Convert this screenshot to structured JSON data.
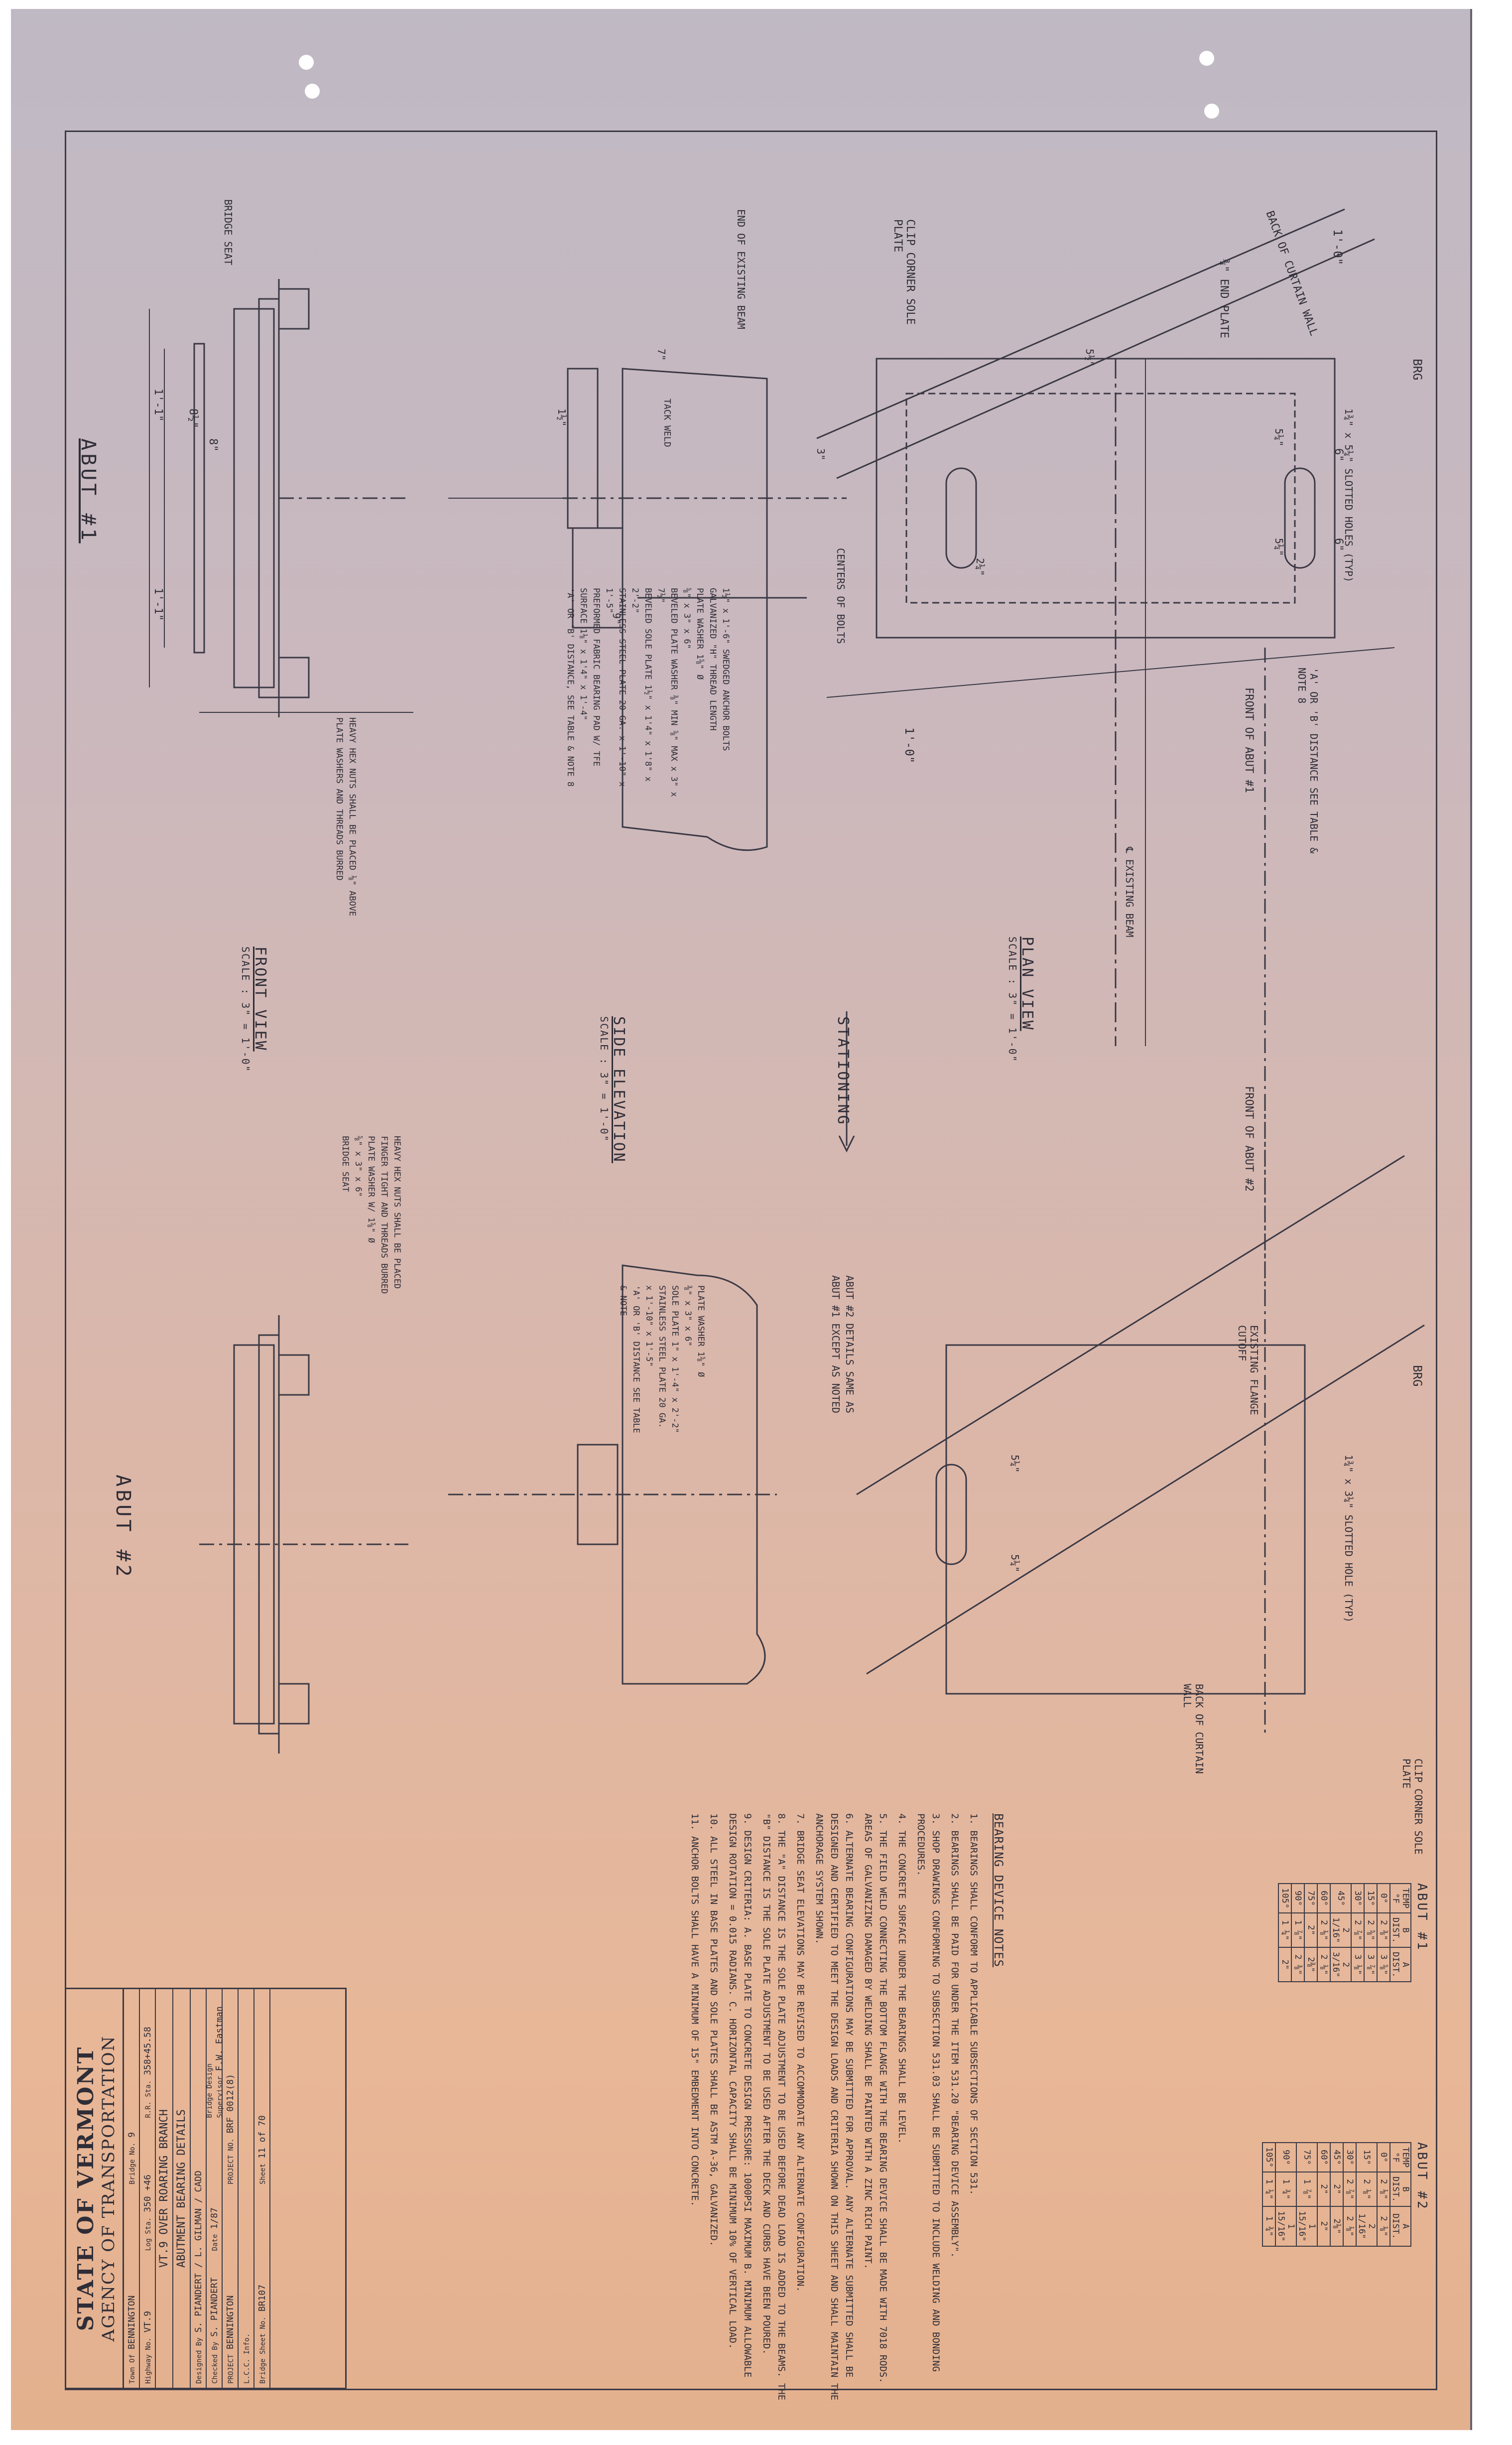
{
  "views": {
    "plan": {
      "title": "PLAN VIEW",
      "scale": "SCALE : 3\" = 1'-0\""
    },
    "side": {
      "title": "SIDE ELEVATION",
      "scale": "SCALE : 3\" = 1'-0\""
    },
    "front": {
      "title": "FRONT VIEW",
      "scale": "SCALE : 3\" = 1'-0\""
    },
    "stationing": "STATIONING",
    "abut1": "ABUT #1",
    "abut2": "ABUT #2"
  },
  "labels": {
    "back_curtain": "BACK OF CURTAIN WALL",
    "clip_corner": "CLIP CORNER SOLE PLATE",
    "end_plate": "¾\" END PLATE",
    "brg": "BRG",
    "slotted_holes": "1¾\" x 5¼\" SLOTTED HOLES (TYP)",
    "dist_note": "'A' OR 'B' DISTANCE SEE TABLE & NOTE 8",
    "front_abut1": "FRONT OF ABUT #1",
    "front_abut2": "FRONT OF ABUT #2",
    "existing_beam": "℄ EXISTING BEAM",
    "centers_bolts": "CENTERS OF BOLTS",
    "existing_flange": "EXISTING FLANGE CUTOFF",
    "end_existing_beam": "END OF EXISTING BEAM",
    "bridge_seat": "BRIDGE SEAT",
    "tack_weld": "TACK WELD",
    "anchor_bolts": "1½\" x 1'-6\" SWEDGED ANCHOR BOLTS GALVANIZED \"H\" THREAD LENGTH",
    "plate_washer": "PLATE WASHER 1⅝\" Ø",
    "plate_washer_size": "⅝\" x 3\" x 6\"",
    "beveled_washer": "BEVELED PLATE WASHER ⅜\" MIN ⅝\" MAX x 3\" x 7½\"",
    "sole_plate": "BEVELED SOLE PLATE 1½\" x 1'4\" x 1'8\" x 2'-2\"",
    "stainless": "STAINLESS STEEL PLATE 20 GA. x 1'-10\" x 1'-5\"",
    "pad": "PREFORMED FABRIC BEARING PAD W/ TFE SURFACE 1⅛\" x 1'4\" x 1'-4\"",
    "a_or_b": "'A' OR 'B' DISTANCE, SEE TABLE & NOTE 8",
    "heavy_hex": "HEAVY HEX NUTS SHALL BE PLACED ⅛\" ABOVE PLATE WASHERS AND THREADS BURRED",
    "abut2_details": "ABUT #2 DETAILS SAME AS ABUT #1 EXCEPT AS NOTED",
    "heavy_hex2": "HEAVY HEX NUTS SHALL BE PLACED FINGER TIGHT AND THREADS BURRED",
    "plate_washer2": "PLATE WASHER W/ 1⅝\" Ø",
    "pw2_size": "⅝\" x 3\" x 6\"",
    "sole_plate2": "SOLE PLATE 1\" x 1'-4\" x 2'-2\"",
    "stainless2": "STAINLESS STEEL PLATE 20 GA. x 1'-10\" x 1'-5\"",
    "a_or_b2": "'A' OR 'B' DISTANCE SEE TABLE & NOTE",
    "plate_washer3": "PLATE WASHER 1⅝\" Ø",
    "pw3_size": "⅜\" x 3\" x 6\"",
    "slotted2": "1¾\" x 3¼\" SLOTTED HOLE (TYP)",
    "bridge_seat2": "BRIDGE SEAT",
    "typ": "(TYP)",
    "dims": [
      "1'-0\"",
      "1'-1\"",
      "1'-1\"",
      "8½\"",
      "8\"",
      "6\"",
      "6\"",
      "5¼\"",
      "5¼\"",
      "5¼\"",
      "5¼\"",
      "3\"",
      "5½\"",
      "2¼\"",
      "1½\"",
      "7\"",
      "9\"",
      "1'-0\""
    ]
  },
  "tables": {
    "abut1": {
      "title": "ABUT #1",
      "headers": [
        "TEMP °F",
        "B DIST.",
        "A DIST."
      ],
      "rows": [
        [
          "0°",
          "2 ⅜\"",
          "3 ⅝\""
        ],
        [
          "15°",
          "2 ⅝\"",
          "3 ⅞\""
        ],
        [
          "30°",
          "2 ⅞\"",
          "3 ⅛\""
        ],
        [
          "45°",
          "2 1/16\"",
          "2 3/16\""
        ],
        [
          "60°",
          "2 ⅛\"",
          "2 ⅛\""
        ],
        [
          "75°",
          "2\"",
          "2⅜\""
        ],
        [
          "90°",
          "1 ⅞\"",
          "2 ⅜\""
        ],
        [
          "105°",
          "1 ¼\"",
          "2\""
        ]
      ]
    },
    "abut2": {
      "title": "ABUT #2",
      "headers": [
        "TEMP °F",
        "B DIST.",
        "A DIST."
      ],
      "rows": [
        [
          "0°",
          "2 ⅛\"",
          "2 ⅛\""
        ],
        [
          "15°",
          "2 ⅛\"",
          "2 1/16\""
        ],
        [
          "30°",
          "2 ⅞\"",
          "2 ⅛\""
        ],
        [
          "45°",
          "2\"",
          "2⅛\""
        ],
        [
          "60°",
          "2\"",
          "2\""
        ],
        [
          "75°",
          "1 ⅞\"",
          "1 15/16\""
        ],
        [
          "90°",
          "1 ¾\"",
          "1 15/16\""
        ],
        [
          "105°",
          "1 ¼\"",
          "1 ¾\""
        ]
      ]
    }
  },
  "notes": {
    "title": "BEARING DEVICE NOTES",
    "items": [
      "1. BEARINGS SHALL CONFORM TO APPLICABLE SUBSECTIONS OF SECTION 531.",
      "2. BEARINGS SHALL BE PAID FOR UNDER THE ITEM 531.20 \"BEARING DEVICE ASSEMBLY\".",
      "3. SHOP DRAWINGS CONFORMING TO SUBSECTION 531.03 SHALL BE SUBMITTED TO INCLUDE WELDING AND BONDING PROCEDURES.",
      "4. THE CONCRETE SURFACE UNDER THE BEARINGS SHALL BE LEVEL.",
      "5. THE FIELD WELD CONNECTING THE BOTTOM FLANGE WITH THE BEARING DEVICE SHALL BE MADE WITH 7018 RODS. AREAS OF GALVANIZING DAMAGED BY WELDING SHALL BE PAINTED WITH A ZINC RICH PAINT.",
      "6. ALTERNATE BEARING CONFIGURATIONS MAY BE SUBMITTED FOR APPROVAL. ANY ALTERNATE SUBMITTED SHALL BE DESIGNED AND CERTIFIED TO MEET THE DESIGN LOADS AND CRITERIA SHOWN ON THIS SHEET AND SHALL MAINTAIN THE ANCHORAGE SYSTEM SHOWN.",
      "7. BRIDGE SEAT ELEVATIONS MAY BE REVISED TO ACCOMMODATE ANY ALTERNATE CONFIGURATION.",
      "8. THE \"A\" DISTANCE IS THE SOLE PLATE ADJUSTMENT TO BE USED BEFORE DEAD LOAD IS ADDED TO THE BEAMS. THE \"B\" DISTANCE IS THE SOLE PLATE ADJUSTMENT TO BE USED AFTER THE DECK AND CURBS HAVE BEEN POURED.",
      "9. DESIGN CRITERIA: A. BASE PLATE TO CONCRETE DESIGN PRESSURE: 1000PSI MAXIMUM B. MINIMUM ALLOWABLE DESIGN ROTATION = 0.015 RADIANS. C. HORIZONTAL CAPACITY SHALL BE MINIMUM 10% OF VERTICAL LOAD.",
      "10. ALL STEEL IN BASE PLATES AND SOLE PLATES SHALL BE ASTM A-36, GALVANIZED.",
      "11. ANCHOR BOLTS SHALL HAVE A MINIMUM OF 15\" EMBEDMENT INTO CONCRETE."
    ]
  },
  "titleblock": {
    "state": "STATE OF VERMONT",
    "agency": "AGENCY OF TRANSPORTATION",
    "town_lbl": "Town Of",
    "town": "BENNINGTON",
    "bridge_no_lbl": "Bridge No.",
    "bridge_no": "9",
    "highway_lbl": "Highway No.",
    "highway": "VT.9",
    "log_lbl": "Log Sta.",
    "log": "350 +46",
    "rr_lbl": "R.R. Sta.",
    "rr": "358+45.58",
    "desc1": "VT.9 OVER ROARING BRANCH",
    "desc2": "ABUTMENT BEARING DETAILS",
    "designed_lbl": "Designed By",
    "designed": "S. PIANDERT / L. GILMAN / CADD",
    "checked_lbl": "Checked By",
    "checked": "S. PIANDERT",
    "date_lbl": "Date",
    "date": "1/87",
    "supervisor_lbl": "Bridge Design Supervisor",
    "supervisor": "F.W. Eastman",
    "project_lbl": "PROJECT",
    "project": "BENNINGTON",
    "project_no_lbl": "PROJECT NO.",
    "project_no": "BRF 0012(8)",
    "lcc_lbl": "L.C.C. Info.",
    "sheet_lbl": "Bridge Sheet No.",
    "sheet_no": "BR107",
    "sheet_of_lbl": "Sheet",
    "sheet_of": "11 of 70"
  }
}
